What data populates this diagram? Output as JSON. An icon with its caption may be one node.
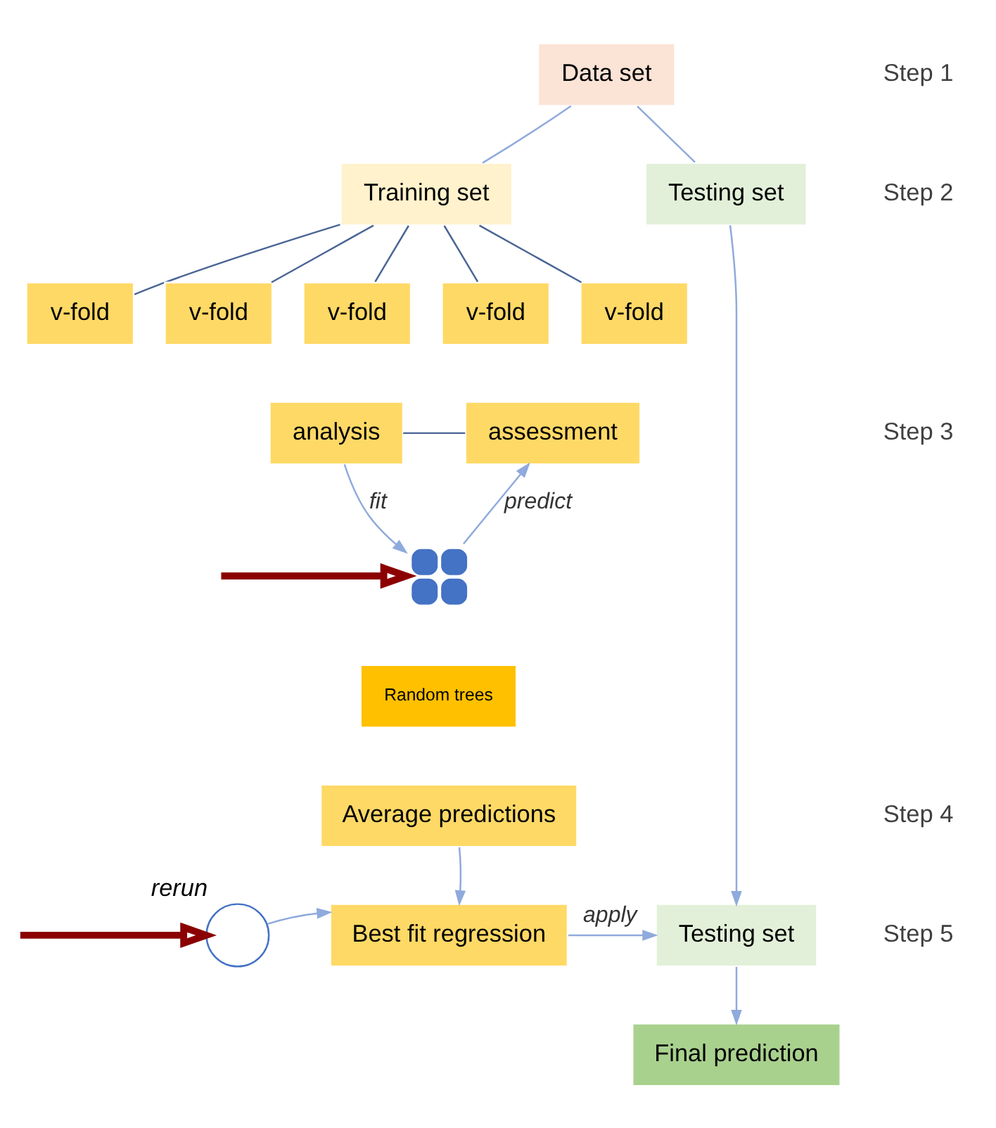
{
  "diagram": {
    "nodes": [
      {
        "text": [
          "Data set"
        ]
      },
      {
        "text": [
          "Training set"
        ]
      },
      {
        "text": [
          "Testing set"
        ]
      },
      {
        "text": [
          "v-fold"
        ]
      },
      {
        "text": [
          "v-fold"
        ]
      },
      {
        "text": [
          "v-fold"
        ]
      },
      {
        "text": [
          "v-fold"
        ]
      },
      {
        "text": [
          "v-fold"
        ]
      },
      {
        "text": [
          "analysis"
        ]
      },
      {
        "text": [
          "assessment"
        ]
      },
      {
        "text": [],
        "shape": "picture"
      },
      {
        "text": [
          "Random trees"
        ]
      },
      {
        "text": [
          "Average predictions"
        ]
      },
      {
        "text": [
          "Best fit regression"
        ]
      },
      {
        "text": [],
        "shape": "circle",
        "beside": [
          "rerun"
        ]
      },
      {
        "text": [
          "Testing set"
        ]
      },
      {
        "text": [
          "Final prediction"
        ]
      }
    ],
    "edges": [
      {
        "from": 0,
        "to": 1,
        "arrow": "none"
      },
      {
        "from": 0,
        "to": 2,
        "arrow": "none"
      },
      {
        "from": 1,
        "to": 3,
        "arrow": "none",
        "color": "#4a6494"
      },
      {
        "from": 1,
        "to": 4,
        "arrow": "none",
        "color": "#4a6494"
      },
      {
        "from": 1,
        "to": 5,
        "arrow": "none",
        "color": "#4a6494"
      },
      {
        "from": 1,
        "to": 6,
        "arrow": "none",
        "color": "#4a6494"
      },
      {
        "from": 1,
        "to": 7,
        "arrow": "none",
        "color": "#4a6494"
      },
      {
        "from": 8,
        "to": 9,
        "arrow": "none",
        "color": "#4a6494"
      },
      {
        "from": 8,
        "to": 10,
        "arrow": "to",
        "label": "fit"
      },
      {
        "from": 10,
        "to": 9,
        "arrow": "to",
        "label": "predict"
      },
      {
        "from": 2,
        "to": 15,
        "arrow": "to"
      },
      {
        "from": 12,
        "to": 13,
        "arrow": "to"
      },
      {
        "from": 14,
        "to": 13,
        "arrow": "to"
      },
      {
        "from": 13,
        "to": 15,
        "arrow": "to",
        "label": "apply"
      },
      {
        "from": 15,
        "to": 16,
        "arrow": "to"
      },
      {
        "from": null,
        "to": 10,
        "arrow": "to",
        "style": "thick",
        "color": "#8b0000"
      },
      {
        "from": null,
        "to": 14,
        "arrow": "to",
        "style": "thick",
        "color": "#8b0000"
      }
    ],
    "labels": [
      "Step 1",
      "Step 2",
      "Step 3",
      "Step 4",
      "Step 5"
    ]
  }
}
